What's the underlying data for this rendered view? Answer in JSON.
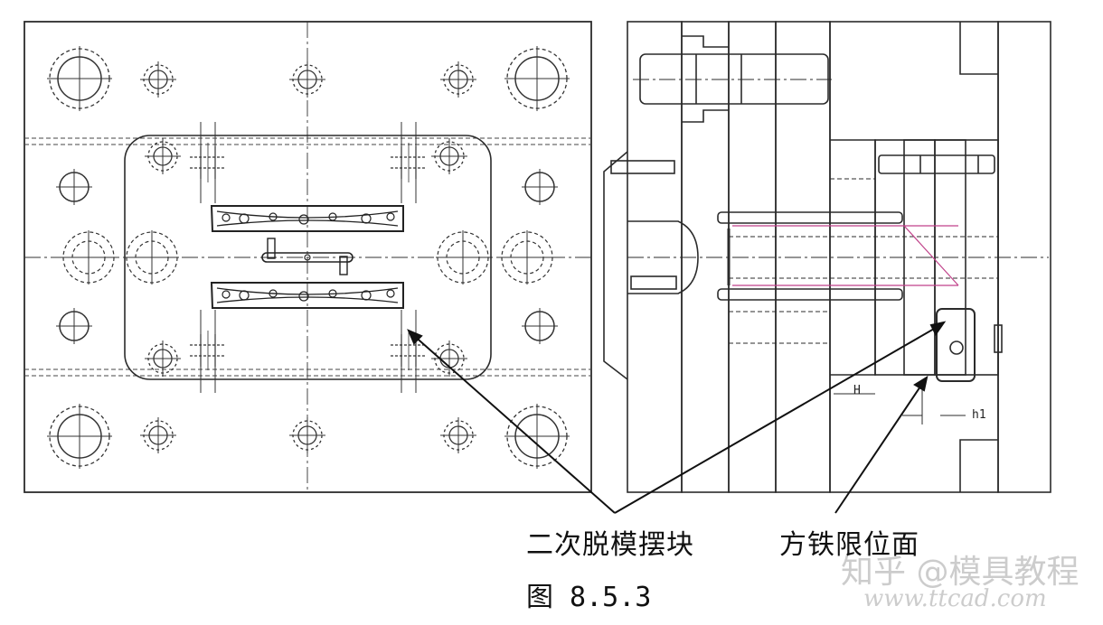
{
  "labels": {
    "swing_block": "二次脱模摆块",
    "square_iron_stop": "方铁限位面",
    "figure_caption": "图 8.5.3",
    "dim_H": "H",
    "dim_h1": "h1"
  },
  "watermark": {
    "text": "知乎 @模具教程",
    "url": "www.ttcad.com"
  },
  "colors": {
    "line": "#2b2b2b",
    "dashed": "#444444",
    "accent": "#c0428a",
    "background": "#ffffff"
  }
}
